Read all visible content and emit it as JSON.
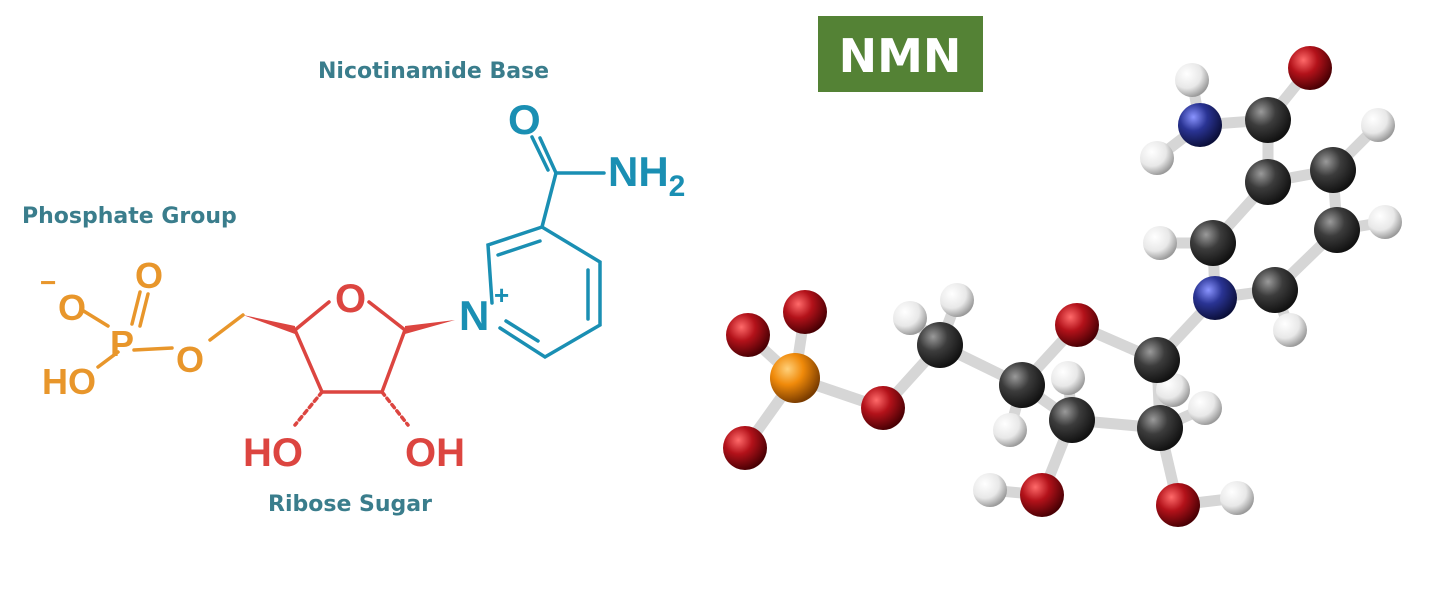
{
  "title": "NMN",
  "labels": {
    "nicotinamide": "Nicotinamide Base",
    "phosphate": "Phosphate Group",
    "ribose": "Ribose Sugar"
  },
  "atoms": {
    "carbonyl_o": "O",
    "amine": "NH",
    "amine_sub": "2",
    "ring_o": "O",
    "n_plus": "N",
    "plus": "+",
    "minus": "−",
    "phos_o_minus": "O",
    "phos_p": "P",
    "phos_o_top": "O",
    "phos_o_ester": "O",
    "phos_ho": "HO",
    "ribose_ho": "HO",
    "ribose_oh": "OH"
  },
  "colors": {
    "badge": "#548235",
    "phosphate": "#e8962b",
    "ribose": "#dc4540",
    "base": "#1a8fb3",
    "label": "#3a7d8c",
    "model_carbon": "#3c3c3c",
    "model_oxygen": "#b3121a",
    "model_nitrogen": "#2a3494",
    "model_phosphorus": "#f08a0a",
    "model_hydrogen": "#f2f2f2"
  }
}
